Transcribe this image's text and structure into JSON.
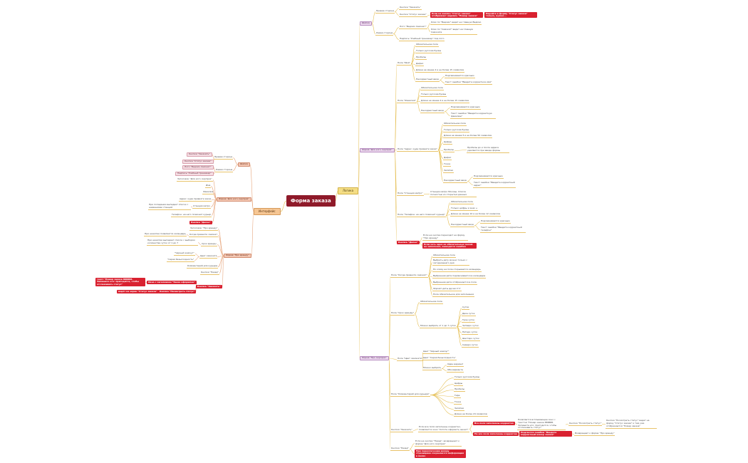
{
  "root": "Форма заказа",
  "logic": "Логика",
  "interface": "Интерфейс",
  "sections": {
    "shapka": "Шапка",
    "forma_dlya": "Форма \"Для кого сюрприз\"",
    "forma_pro": "Форма \"Про сюрприз\""
  },
  "header": {
    "pravaya": "Правая сторона",
    "knopka_zakazat": "Кнопка \"Заказать\"",
    "knopka_status": "Кнопка \"Статус заказа\"",
    "status_err": "Если на кнопке \"Статус заказа\" отображает надпись \"Номер заказа\"",
    "status_err2": "Перейти в форму \"Статус заказа\" только, нужно...",
    "levaya": "Левая сторона",
    "logo": "Лого \"Ведомо Самокат\"",
    "logo_click1": "Клик по \"Ведомо\" ведет на главную Ведомо",
    "logo_click2": "Клик по \"Самокат\" ведет на главную Самоката",
    "nadpis": "Надпись \"Учебный тренажер\" под лого"
  },
  "forma_dlya": {
    "pole_imya": "Поле \"Имя\"",
    "obyaz": "Обязательное поле",
    "rus": "Только русские буквы",
    "probely": "Пробелы",
    "defis": "Дефис",
    "dlina_2_15": "Длина не менее 2 и не более 15 символов",
    "nekorr": "Некорректный ввод",
    "podsvech": "Подсвечивается красным",
    "tekst_imya": "Текст ошибки \"Введите корректное имя\"",
    "pole_fam": "Поле \"Фамилия\"",
    "dlina_2_15b": "Длина не менее 2 и не более 15 символов",
    "tekst_fam": "Текст ошибки \"Введите корректную фамилию\"",
    "pole_adres": "Поле \"Адрес: куда привезти заказ\"",
    "dlina_5_50": "Длина не менее 5 и не более 50 символов",
    "cifry": "Цифры",
    "probely_desc": "Пробелы до и после адреса удаляются при вводе формы",
    "tochka": "Точка",
    "zapyataya": "Запятая",
    "tekst_adres": "Текст ошибки \"Введите корректный адрес\"",
    "pole_metro": "Поле \"Станция метро\"",
    "metro_desc": "Станции метро Москвы. Список полностью из открытых данных",
    "pole_tel": "Поле \"Телефон: на него позвонит курьер\"",
    "tel_plus": "Только цифры и знак +",
    "dlina_10_12": "Длина не менее 10 и не более 12 символов",
    "tekst_tel": "Текст ошибки \"Введите корректный телефон\"",
    "btn_dalee": "Кнопка \"Далее\"",
    "dalee_desc": "Если на кнопке переходит на форму \"Про аренду\"",
    "dalee_err": "Если хоть одно из обязательных полей не заполнено, выводится ошибка"
  },
  "forma_pro": {
    "pole_kogda": "Поле \"Когда привезти самокат\"",
    "vybrat_datu": "Выбрать дату можно только с сегодняшнего дня",
    "kalendar": "По клику на поле открывается календарь",
    "vybrannaya": "Выбранная дата подсвечивается в календаре",
    "vybrannaya2": "Выбранная дата отображается в поле",
    "pole_obyaz": "Поле обязательное для заполнения",
    "format_daty": "Формат даты дд.мм.гггг",
    "pole_srok": "Поле \"Срок аренды\"",
    "dropdown": "Можно выбрать от 1 до 7 суток",
    "sutki": "Сутки",
    "d2": "Двое суток",
    "d3": "Трое суток",
    "d4": "Четверо суток",
    "d5": "Пятеро суток",
    "d6": "Шестеро суток",
    "d7": "Семеро суток",
    "pole_cvet": "Поле \"Цвет самоката\"",
    "cvet_chern": "Цвет \"Чёрный жемчуг\"",
    "cvet_seraya": "Цвет \"Серая безысходность\"",
    "mozhno_oba": "Можно выбрать",
    "odin": "Один вариант",
    "oba": "Оба варианта",
    "pole_komm": "Поле \"Комментарий для курьера\"",
    "komm_rus": "Только русские буквы",
    "komm_cifry": "Цифры",
    "komm_prob": "Пробелы",
    "komm_defis": "Тире",
    "komm_tochka": "Точка",
    "komm_zap": "Запятая",
    "komm_dlina": "Длина не более 24 символов",
    "btn_zakazat": "Кнопка \"Заказать\"",
    "zakazat_desc": "Если все поля заполнены корректно, появляется окно \"Хотите оформить заказ?\"",
    "zakazat_ok": "Все поля заполнены корректно",
    "zakazat_err": "Не все поля заполнены корректно",
    "okno_posle": "Появляется всплывающее окно с текстом \"Номер заказа 888888. Запишите его: пригодится, чтобы отслеживать статус\"",
    "podsvet_err": "Подсветка ошибки \"Введите корректный номер заказа\"",
    "knopka_posmotret": "Кнопка \"Посмотреть статус\"",
    "posmotret_desc": "Кнопка \"Посмотреть статус\" ведет на форму \"Статус заказа\" и там уже отображается \"Номер заказа\"",
    "vozvrat": "Возвращает к форме \"Про аренду\"",
    "btn_nazad": "Кнопка \"Назад\"",
    "nazad_desc": "Если на кнопке \"Назад\", возвращают к форме \"Для кого сюрприз\"",
    "nazad_err": "При переключении между страницами сохраняются информация в полях"
  },
  "iface": {
    "shapka": "Шапка",
    "pravaya": "Правая сторона",
    "knopka_zakazat": "Кнопка \"Заказать\"",
    "knopka_status": "Кнопка \"Статус заказа\"",
    "levaya": "Левая сторона",
    "logo": "Лого \"Ведомо Самокат\"",
    "nadpis": "Надпись \"Учебный тренажер\"",
    "forma_dlya": "Форма \"Для кого сюрприз\"",
    "zagolovok": "Заголовок \"Для кого сюрприз\"",
    "imya": "Имя",
    "familiya": "Фамилия",
    "adres": "Адрес: куда привезти заказ",
    "metro": "Станция метро",
    "metro_desc": "При попадании выпадает список с названиями станций",
    "telefon": "Телефон: на него позвонит курьер",
    "btn_dalee": "Кнопка \"Далее\"",
    "forma_pro": "Форма \"Про аренду\"",
    "zag_pro": "Заголовок \"Про аренду\"",
    "kogda": "Когда привезти самокат",
    "kogda_desc": "При нажатии появляется календарь",
    "srok": "Срок аренды",
    "srok_desc": "При нажатии выпадает список с выбором количества суток от 1 до 7",
    "cvet": "Цвет самоката",
    "chern": "\"Черный жемчуг\"",
    "seraya": "\"Серая безысходность\"",
    "komm": "Комментарий для курьера",
    "nazad": "Кнопка \"Назад\"",
    "zakazat": "Кнопка \"Заказать\"",
    "okno_zakaz": "Окно с заголовком \"Заказ оформлен\"",
    "okno_text": "текст \"Номер заказа 888888. Запишите его: пригодится, чтобы отслеживать статус\"",
    "posmotret": "Кнопка \"Посмотреть статус\"",
    "vedet": "ведёт на экран \"Статус заказа\""
  }
}
